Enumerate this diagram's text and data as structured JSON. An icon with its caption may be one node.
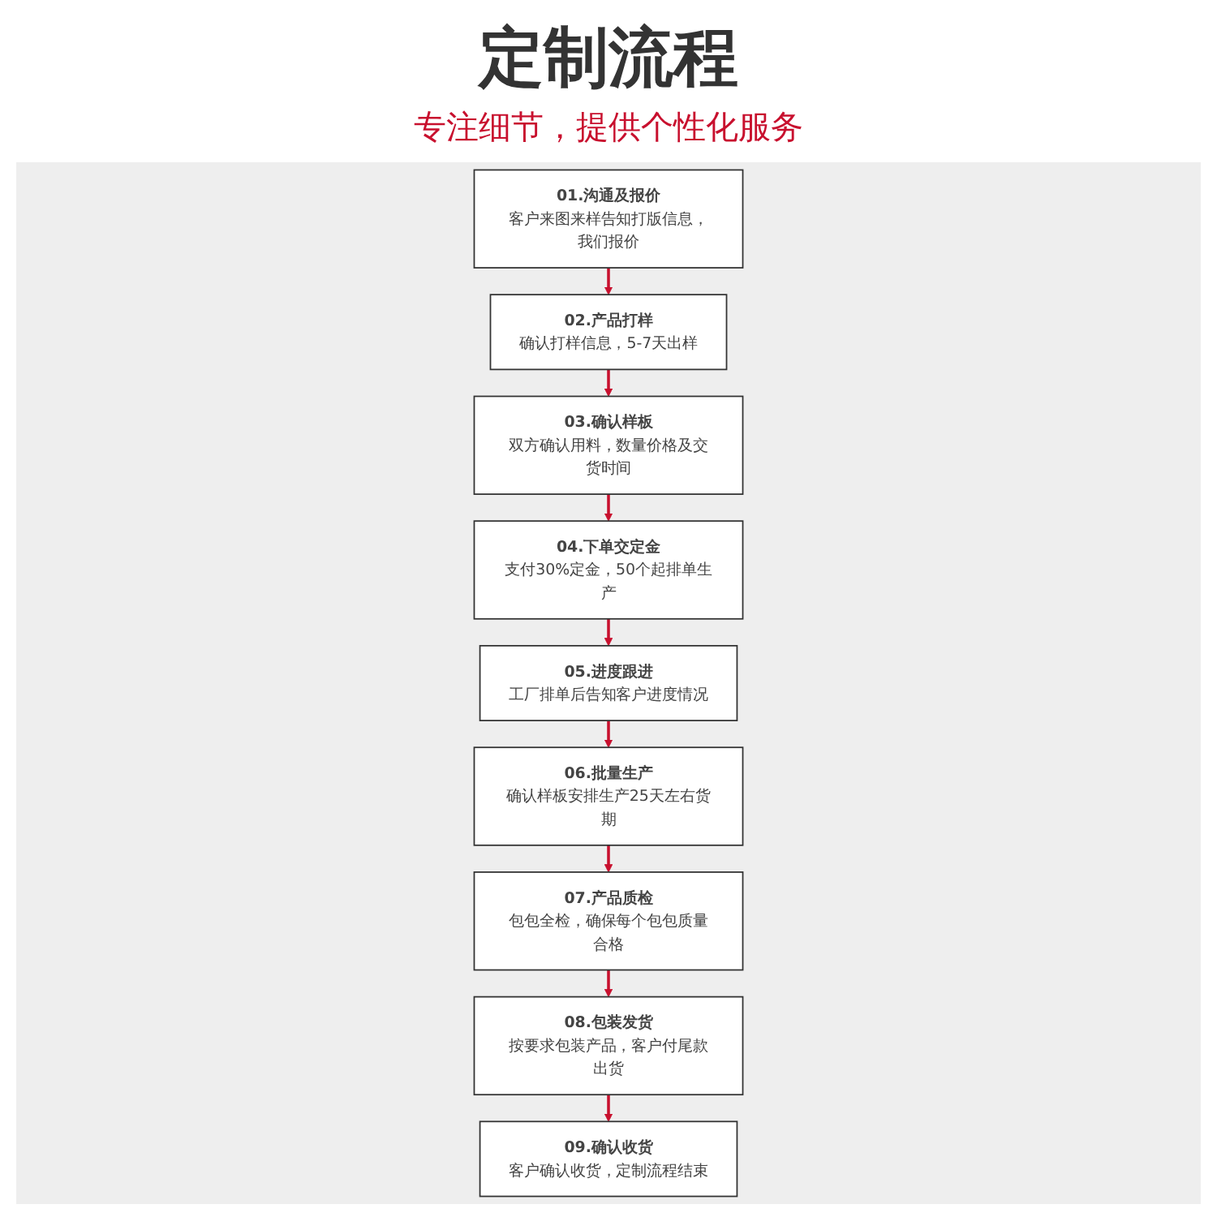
{
  "diagram": {
    "title": "定制流程",
    "nodes": [
      {
        "text": [
          "01.沟通及报价",
          "客户来图来样告知打版信息，我们报价"
        ]
      },
      {
        "text": [
          "02.产品打样",
          "确认打样信息，5-7天出样"
        ]
      },
      {
        "text": [
          "03.确认样板",
          "双方确认用料，数量价格及交货时间"
        ]
      },
      {
        "text": [
          "06.批量生产",
          "确认样板安排生产25天左右货期"
        ]
      },
      {
        "text": [
          "05.进度跟进",
          "工厂排单后告知客户进度情况"
        ]
      },
      {
        "text": [
          "04.下单交定金",
          "支付30%定金，50个起排单生产"
        ]
      },
      {
        "text": [
          "07.产品质检",
          "包包全检，确保每个包包质量合格"
        ]
      },
      {
        "text": [
          "08.包装发货",
          "按要求包装产品，客户付尾款出货"
        ]
      },
      {
        "text": [
          "09.确认收货",
          "客户确认收货，定制流程结束"
        ]
      }
    ],
    "edges": [
      {
        "from": 0,
        "to": 1,
        "arrow": "to"
      },
      {
        "from": 1,
        "to": 2,
        "arrow": "to"
      },
      {
        "from": 2,
        "to": 5,
        "arrow": "to"
      },
      {
        "from": 5,
        "to": 4,
        "arrow": "to"
      },
      {
        "from": 4,
        "to": 3,
        "arrow": "to"
      },
      {
        "from": 3,
        "to": 6,
        "arrow": "to"
      },
      {
        "from": 6,
        "to": 7,
        "arrow": "to"
      },
      {
        "from": 7,
        "to": 8,
        "arrow": "to"
      }
    ],
    "labels": [
      "专注细节，提供个性化服务"
    ]
  }
}
